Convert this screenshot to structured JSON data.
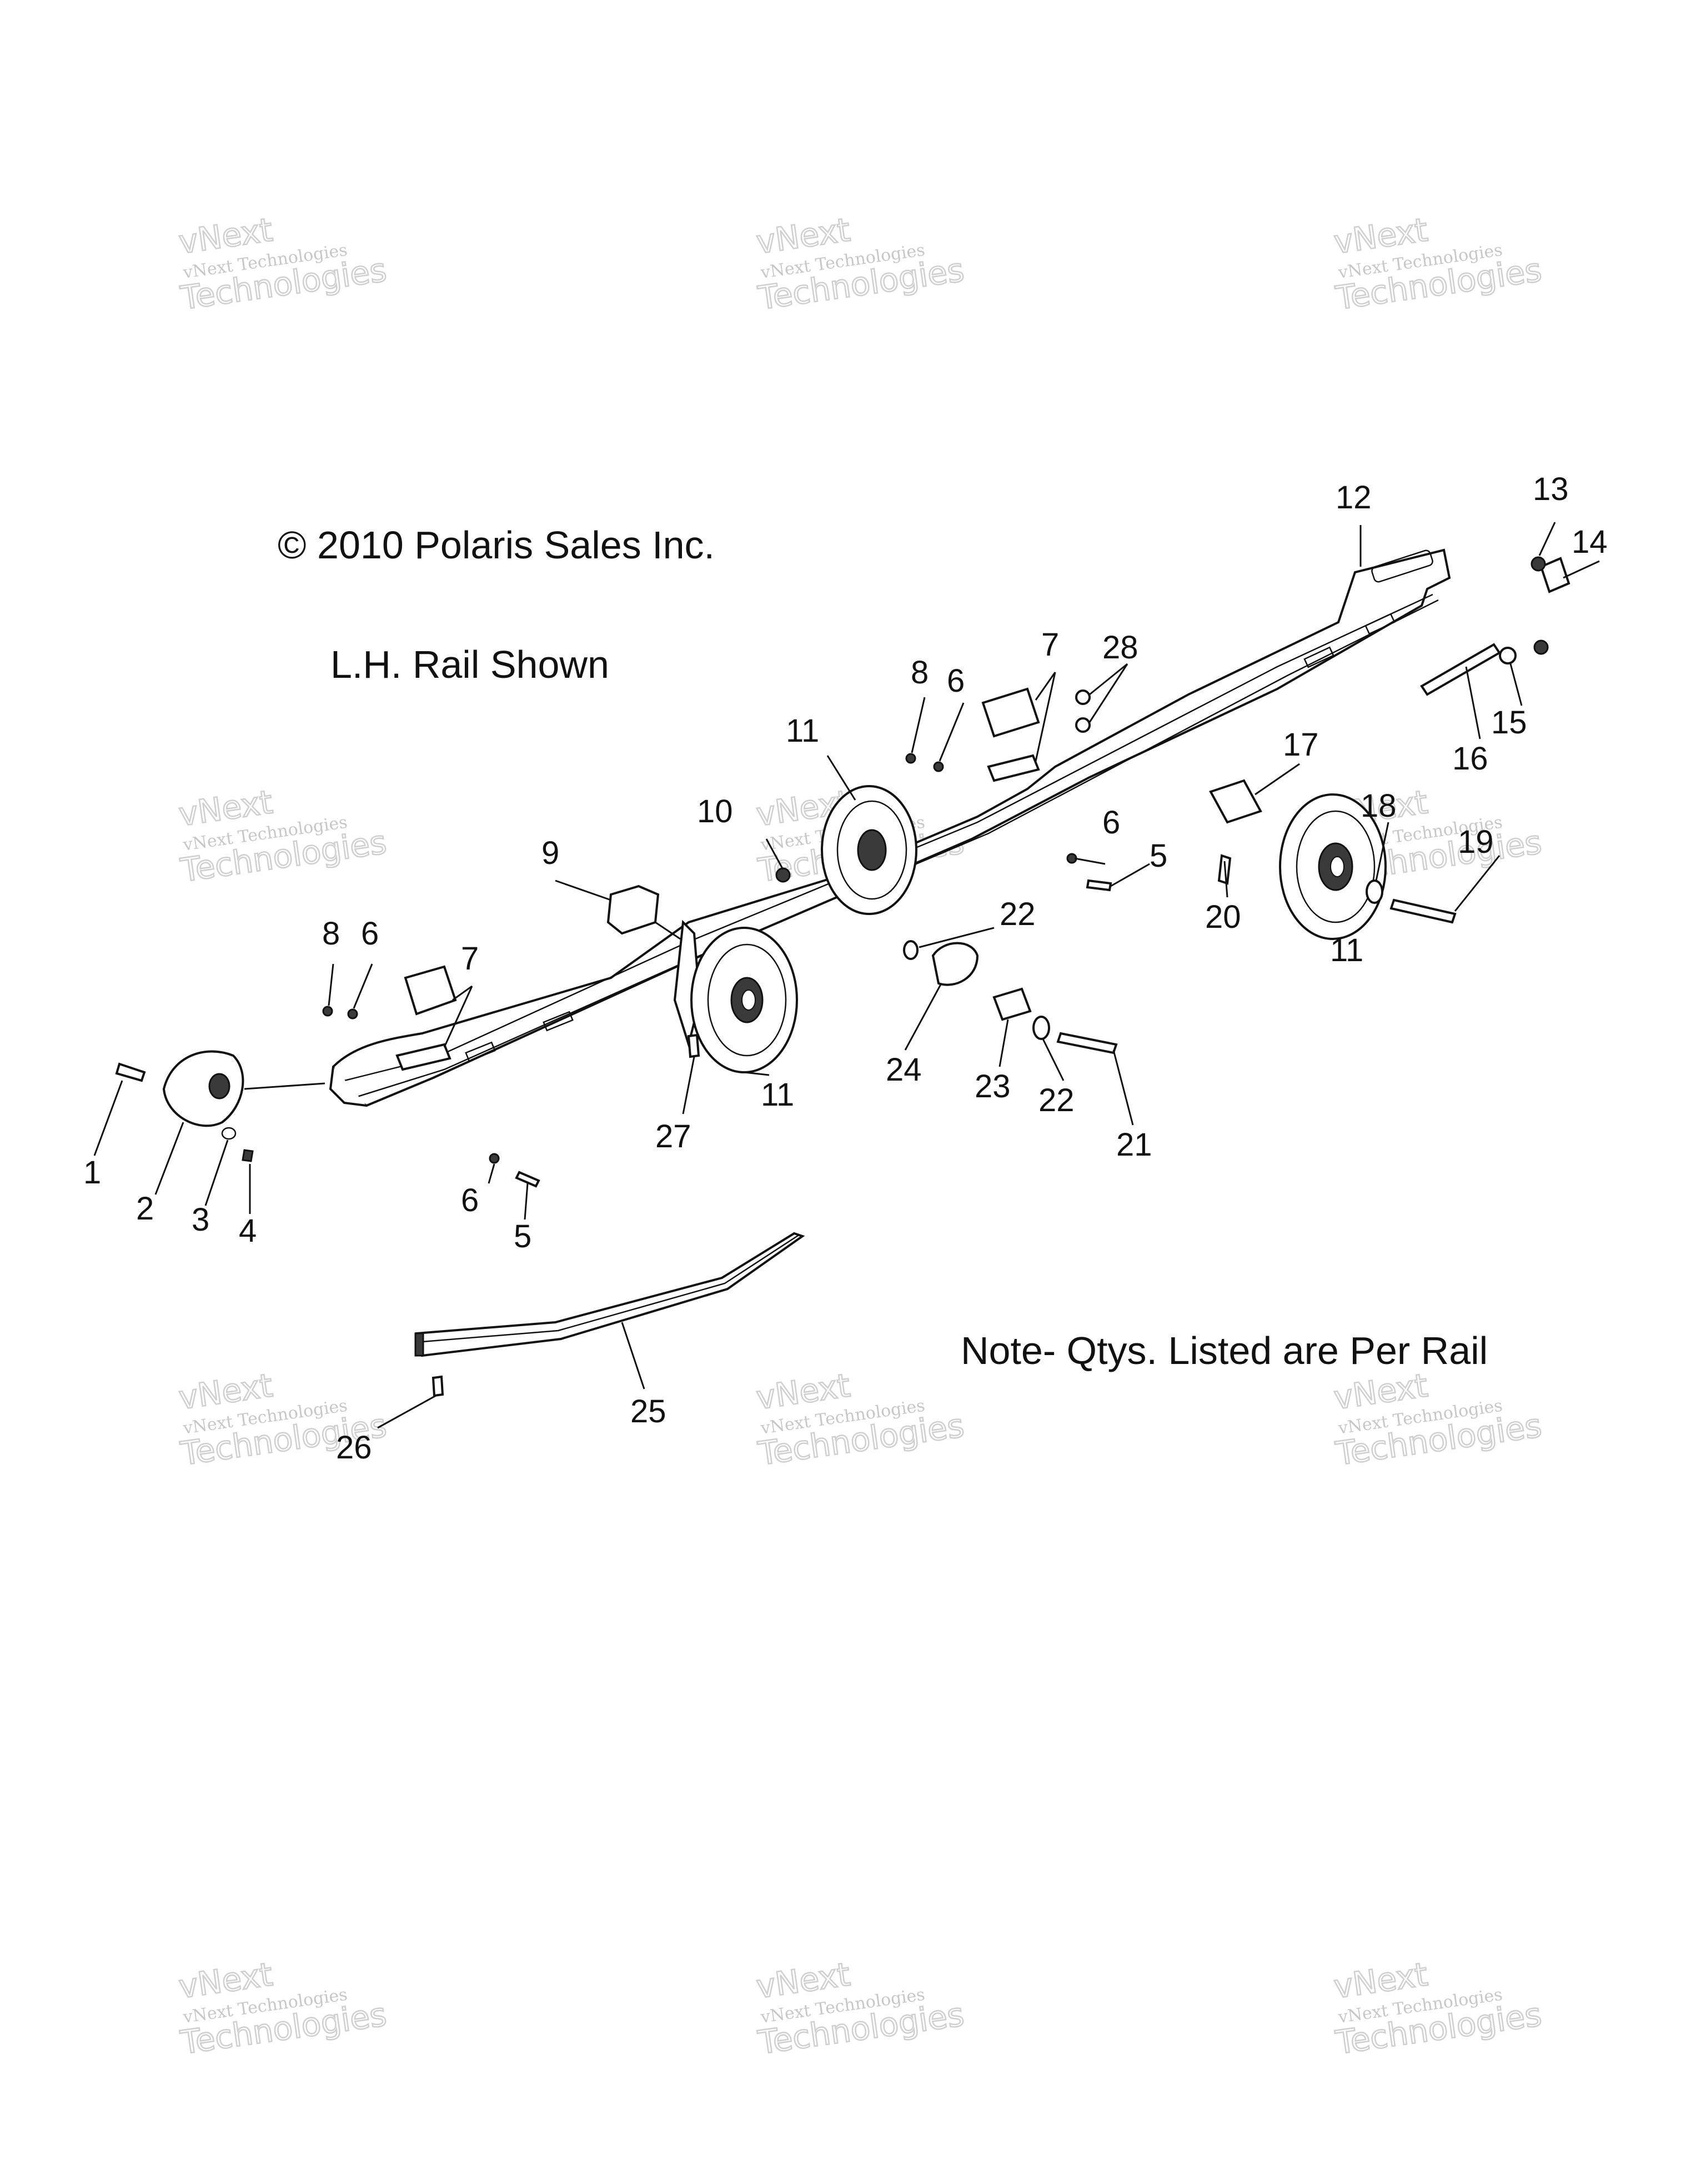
{
  "header": {
    "copyright": "© 2010 Polaris Sales Inc.",
    "view": "L.H. Rail Shown",
    "note": "Note- Qtys. Listed are Per Rail"
  },
  "watermark": {
    "line1": "vNext Technologies",
    "line2": "vNext",
    "line3": "Technologies"
  },
  "callouts": [
    "1",
    "2",
    "3",
    "4",
    "5",
    "6",
    "7",
    "8",
    "9",
    "10",
    "11",
    "12",
    "13",
    "14",
    "15",
    "16",
    "17",
    "18",
    "19",
    "20",
    "21",
    "22",
    "23",
    "24",
    "25",
    "26",
    "27",
    "28"
  ],
  "colors": {
    "ink": "#111111",
    "watermark": "#9a9a9a"
  }
}
